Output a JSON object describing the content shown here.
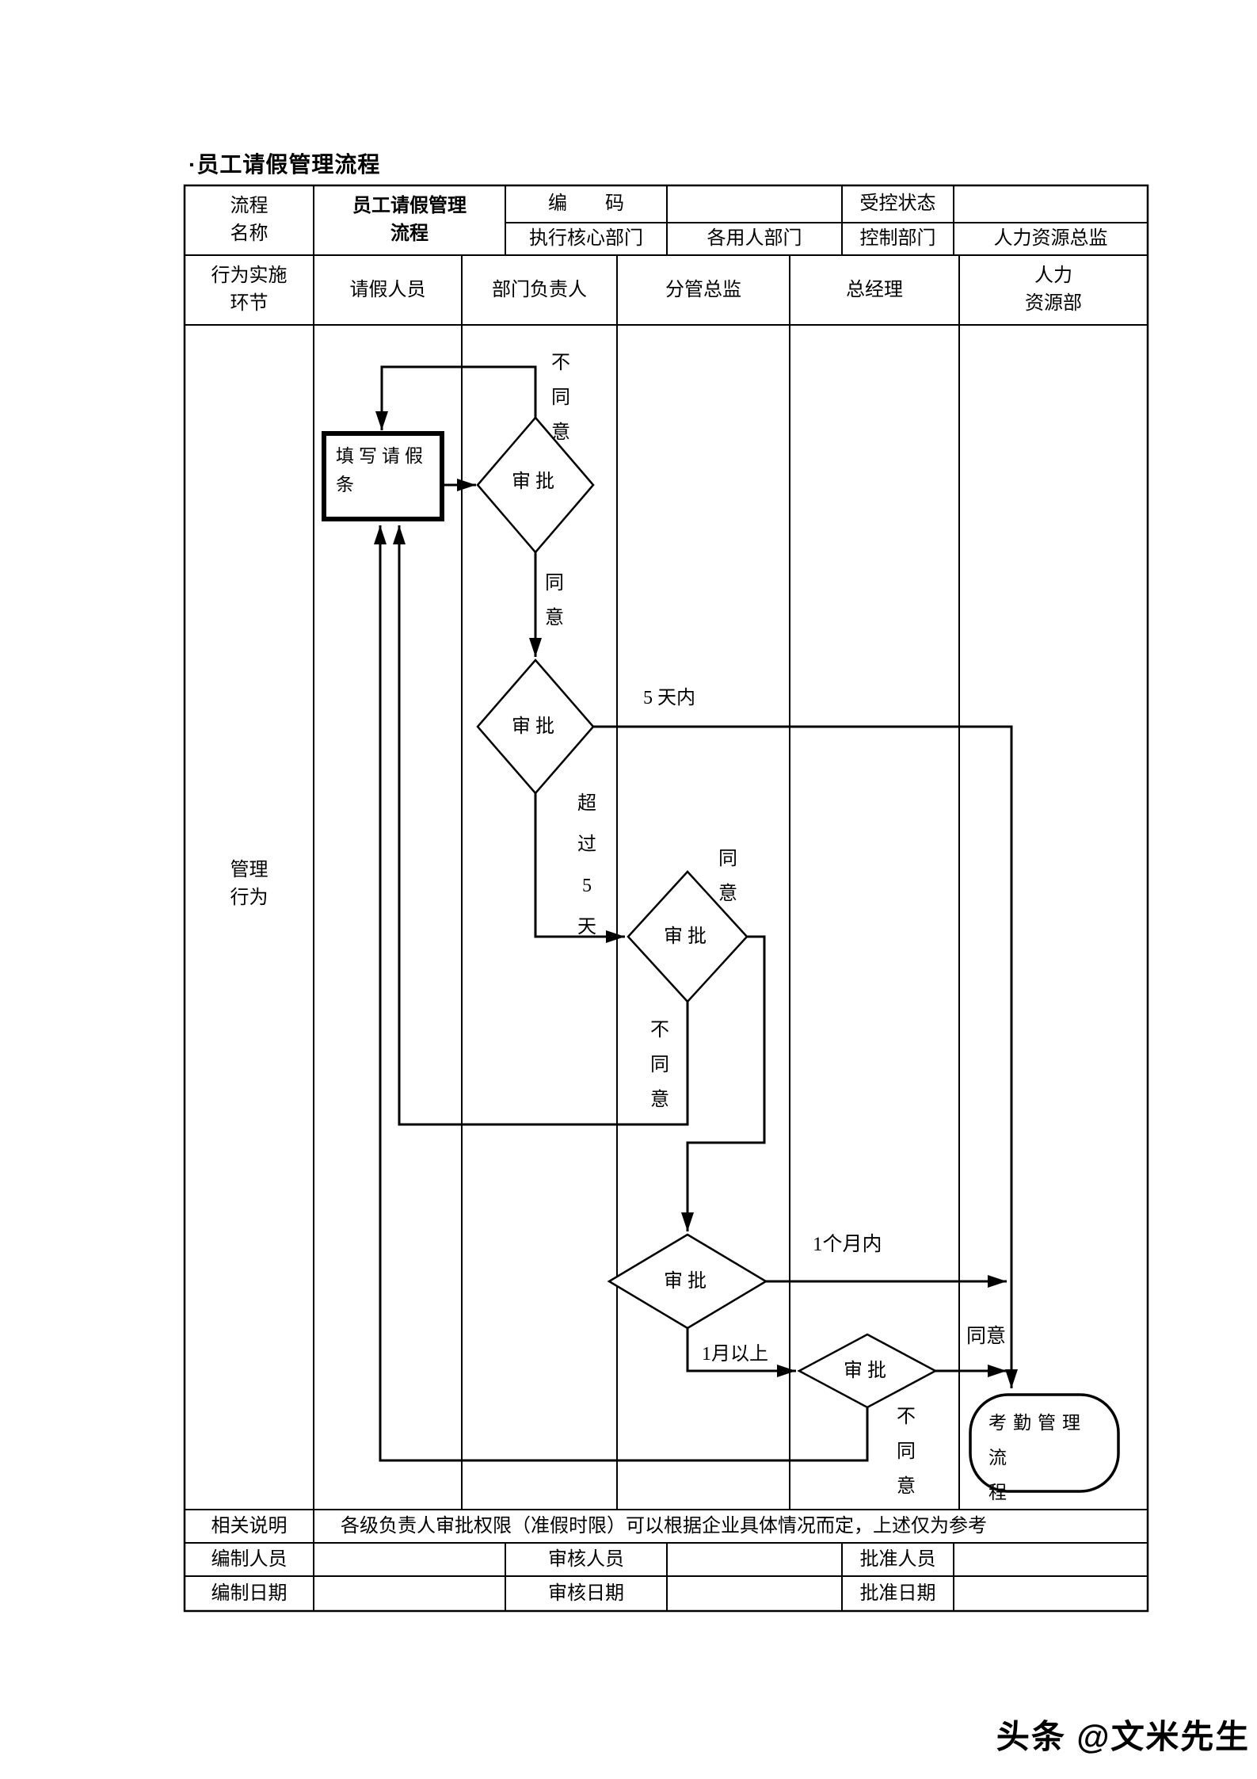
{
  "title": "·员工请假管理流程",
  "watermark": "头条 @文米先生",
  "colors": {
    "ink": "#000000",
    "paper": "#ffffff"
  },
  "table": {
    "row1": {
      "process_name_label": "流程\n名称",
      "process_name_value": "员工请假管理\n流程",
      "code_label": "编　　码",
      "code_value": "",
      "controlled_status_label": "受控状态",
      "controlled_status_value": ""
    },
    "row2": {
      "exec_core_dept_label": "执行核心部门",
      "exec_core_dept_value": "各用人部门",
      "control_dept_label": "控制部门",
      "control_dept_value": "人力资源总监"
    },
    "row3": {
      "behavior_label": "行为实施\n环节",
      "columns": [
        "请假人员",
        "部门负责人",
        "分管总监",
        "总经理",
        "人力\n资源部"
      ]
    },
    "management_behavior": "管理\n行为",
    "notes_label": "相关说明",
    "notes_value": "各级负责人审批权限（准假时限）可以根据企业具体情况而定，上述仅为参考",
    "footer_rows": [
      {
        "c1": "编制人员",
        "c2": "",
        "c3": "审核人员",
        "c4": "",
        "c5": "批准人员",
        "c6": ""
      },
      {
        "c1": "编制日期",
        "c2": "",
        "c3": "审核日期",
        "c4": "",
        "c5": "批准日期",
        "c6": ""
      }
    ]
  },
  "flowchart": {
    "start_box": "填写请假\n条",
    "decision_labels": [
      "审批",
      "审批",
      "审批",
      "审批",
      "审批"
    ],
    "end_box": "考勤管理流\n程",
    "edge_labels": {
      "disagree_1": "不\n同\n意",
      "agree_1": "同\n意",
      "within_5_days": "5 天内",
      "over_5_days": "超\n过\n5\n天",
      "agree_2": "同\n意",
      "disagree_2": "不\n同\n意",
      "within_1_month": "1个月内",
      "over_1_month": "1月以上",
      "agree_3": "同意",
      "disagree_3": "不\n同\n意"
    }
  }
}
